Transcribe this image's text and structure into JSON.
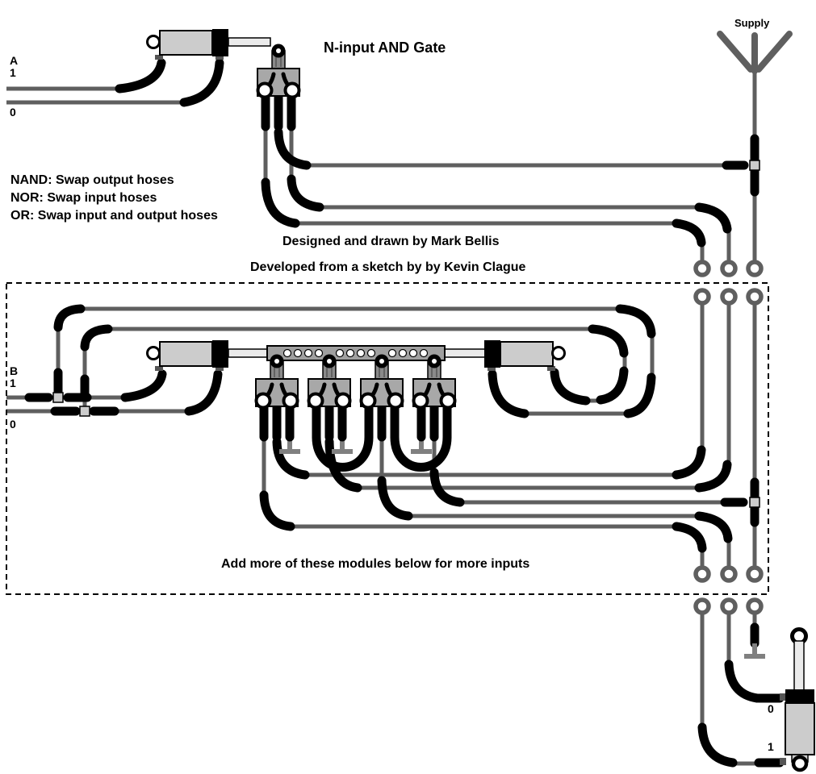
{
  "title": "N-input AND Gate",
  "supply_label": "Supply",
  "input_a": {
    "name": "A",
    "high": "1",
    "low": "0"
  },
  "input_b": {
    "name": "B",
    "high": "1",
    "low": "0"
  },
  "notes": [
    "NAND: Swap output hoses",
    "NOR: Swap input hoses",
    "OR: Swap input and output hoses"
  ],
  "credits": [
    "Designed and drawn by Mark Bellis",
    "Developed from a sketch by by Kevin Clague"
  ],
  "module_caption": "Add more of these modules below for more inputs",
  "output": {
    "low": "0",
    "high": "1"
  },
  "colors": {
    "hose_gray": "#5f5f5f",
    "hose_black": "#000000",
    "cylinder_body": "#cccccc",
    "valve_body": "#a8a8a8",
    "rod_light": "#ebebeb",
    "stem_gray": "#8a8a8a",
    "plug_gray": "#808080",
    "junction_fill": "#cccccc",
    "background": "#ffffff"
  }
}
